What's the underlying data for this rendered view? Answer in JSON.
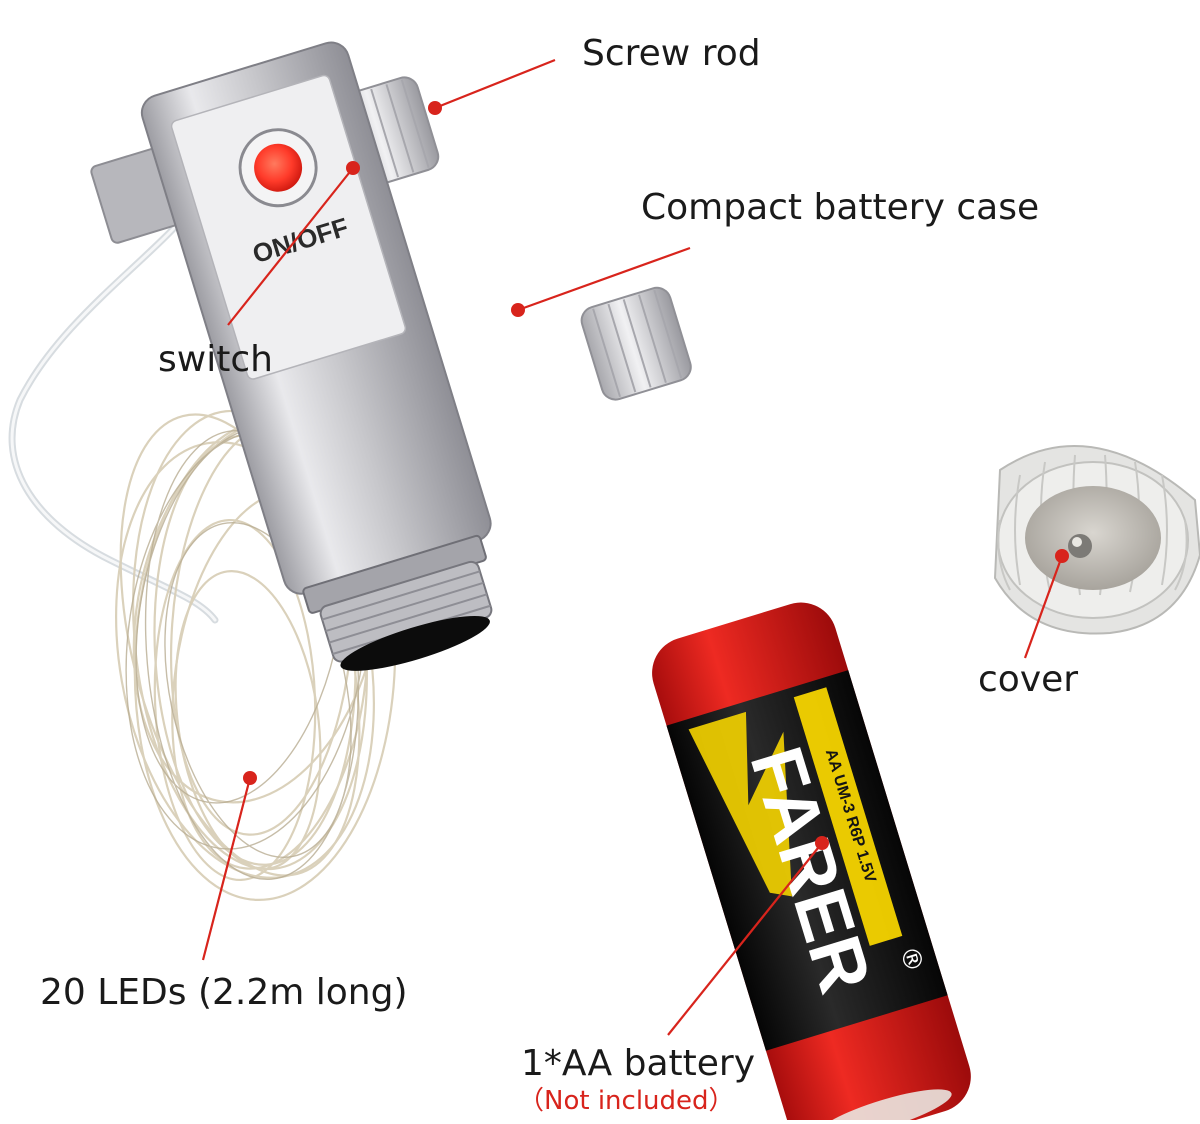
{
  "labels": {
    "screw_rod": "Screw rod",
    "battery_case": "Compact battery case",
    "switch": "switch",
    "cover": "cover",
    "leds": "20 LEDs (2.2m long)",
    "battery": "1*AA battery",
    "battery_note": "（Not included）"
  },
  "device_text": {
    "onoff": "ON/OFF"
  },
  "battery_print": {
    "brand": "FARER",
    "registered": "®",
    "spec": "AA  UM-3  R6P  1.5V"
  },
  "colors": {
    "callout": "#d8241c",
    "label_text": "#1a1a1a",
    "note_text": "#d8241c",
    "switch_button": "#ff3b2a",
    "battery_red": "#d61c1c",
    "battery_black": "#141414",
    "battery_yellow": "#f5d400",
    "case_silver": "#c9c9cc"
  }
}
